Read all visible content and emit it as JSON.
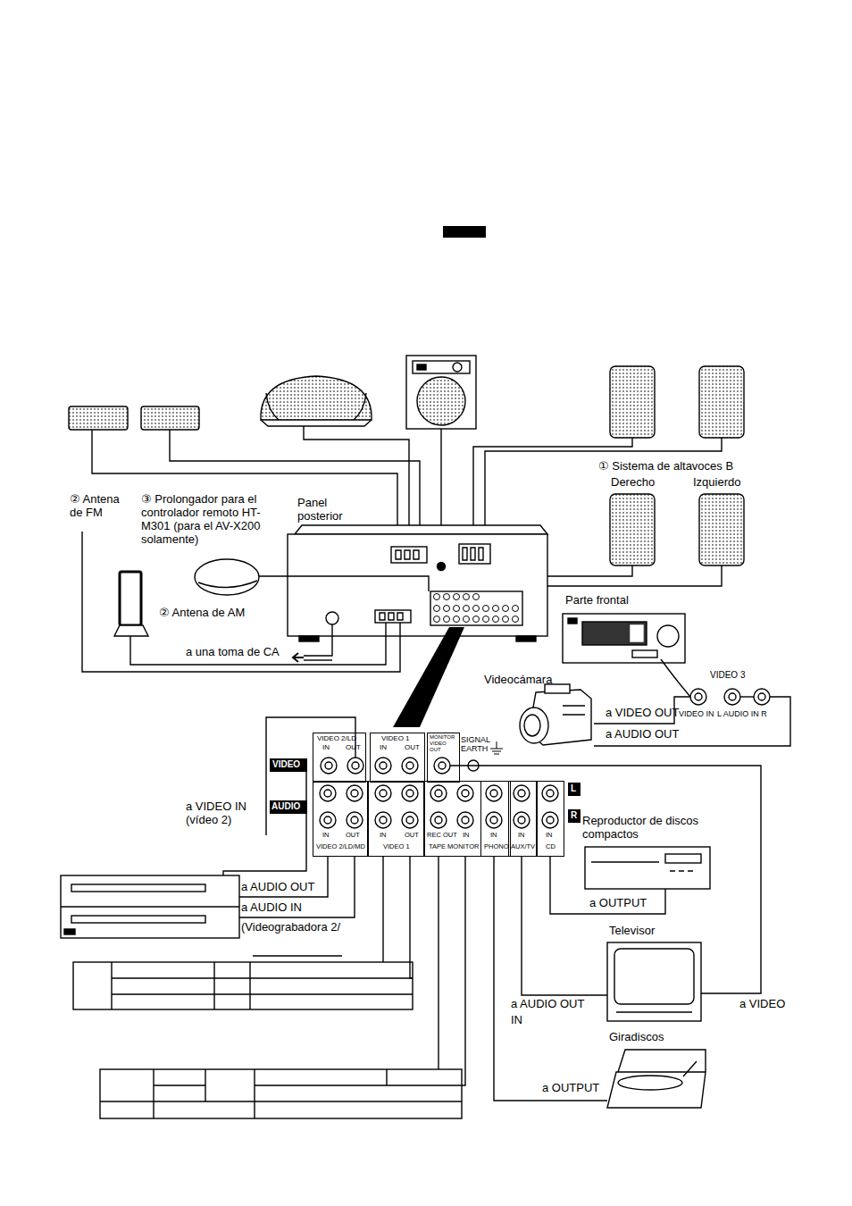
{
  "diagram": {
    "nodes": [
      {
        "text": [
          "VIDEO 2/LD",
          "IN",
          "OUT"
        ]
      },
      {
        "text": [
          "VIDEO 1",
          "IN",
          "OUT"
        ]
      },
      {
        "text": [
          "MONITOR VIDEO OUT"
        ]
      },
      {
        "text": [
          "VIDEO"
        ]
      },
      {
        "text": [
          "L"
        ]
      },
      {
        "text": [
          "AUDIO"
        ]
      },
      {
        "text": [
          "R"
        ]
      },
      {
        "text": [
          "IN",
          "OUT",
          "VIDEO 2/LD/MD"
        ]
      },
      {
        "text": [
          "IN",
          "OUT",
          "VIDEO 1"
        ]
      },
      {
        "text": [
          "REC OUT",
          "IN",
          "TAPE MONITOR"
        ]
      },
      {
        "text": [
          "IN",
          "PHONO"
        ]
      },
      {
        "text": [
          "IN",
          "AUX/TV"
        ]
      },
      {
        "text": [
          "IN",
          "CD"
        ]
      }
    ],
    "labels": [
      "① Sistema de altavoces B",
      "Derecho",
      "Izquierdo",
      "② Antena de FM",
      "③ Prolongador para el controlador remoto HT-M301 (para el AV-X200 solamente)",
      "Panel posterior",
      "② Antena de AM",
      "a una toma de CA",
      "Parte frontal",
      "VIDEO 3",
      "VIDEO IN",
      "L AUDIO IN R",
      "Videocámara",
      "a VIDEO OUT",
      "a AUDIO OUT",
      "SIGNAL EARTH",
      "a VIDEO IN (vídeo 2)",
      "Reproductor de discos compactos",
      "a OUTPUT",
      "a AUDIO OUT",
      "a AUDIO IN",
      "(Videograbadora 2/",
      "Televisor",
      "a AUDIO OUT",
      "IN",
      "a VIDEO",
      "Giradiscos",
      "a OUTPUT"
    ]
  }
}
